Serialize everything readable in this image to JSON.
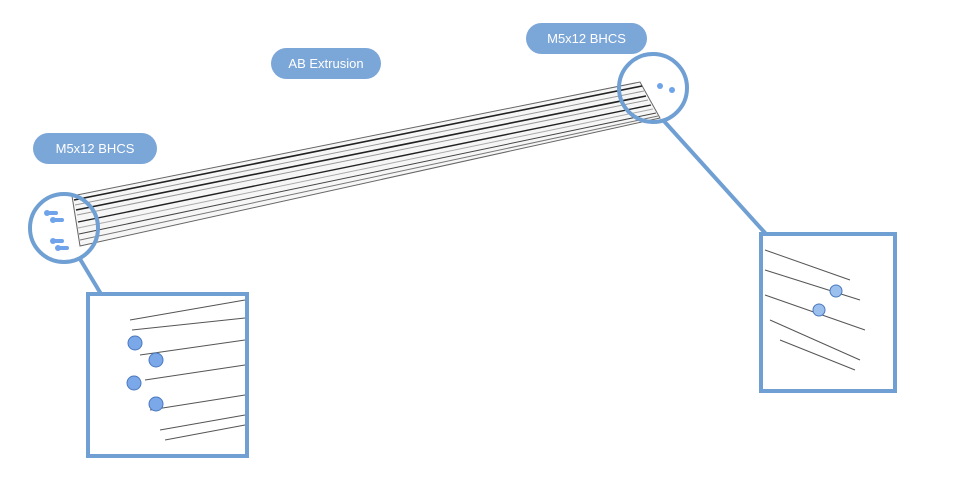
{
  "labels": {
    "extrusion": "AB Extrusion",
    "bolt_left": "M5x12 BHCS",
    "bolt_right": "M5x12 BHCS"
  },
  "colors": {
    "callout": "#7ba6d8",
    "bolt": "#6fa3ea",
    "line": "#555555"
  }
}
